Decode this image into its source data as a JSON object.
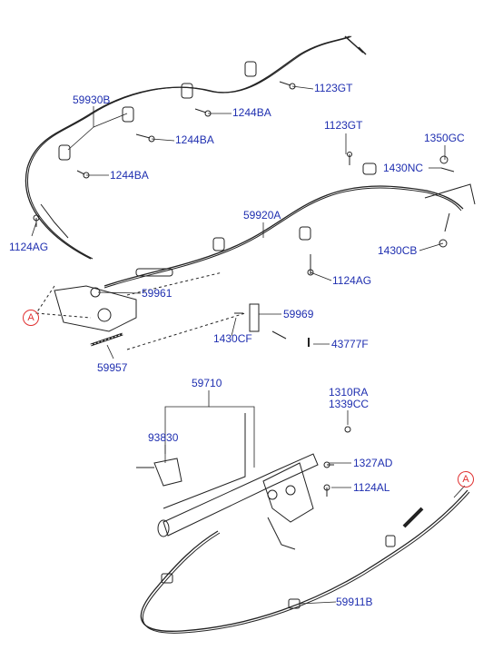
{
  "labels": {
    "p59930B": "59930B",
    "p1123GT_top": "1123GT",
    "p1244BA_a": "1244BA",
    "p1244BA_b": "1244BA",
    "p1244BA_c": "1244BA",
    "p1123GT_right": "1123GT",
    "p1350GC": "1350GC",
    "p1430NC": "1430NC",
    "p59920A": "59920A",
    "p1124AG_left": "1124AG",
    "p1430CB": "1430CB",
    "p1124AG_mid": "1124AG",
    "p59961": "59961",
    "p59969": "59969",
    "p1430CF": "1430CF",
    "p43777F": "43777F",
    "p59957": "59957",
    "p59710": "59710",
    "p1310RA": "1310RA",
    "p1339CC": "1339CC",
    "p93830": "93830",
    "p1327AD": "1327AD",
    "p1124AL": "1124AL",
    "p59911B": "59911B"
  },
  "refs": {
    "left": "A",
    "right": "A"
  },
  "colors": {
    "label": "#1f2fb0",
    "ref_mark": "#e03030",
    "line": "#222222"
  }
}
